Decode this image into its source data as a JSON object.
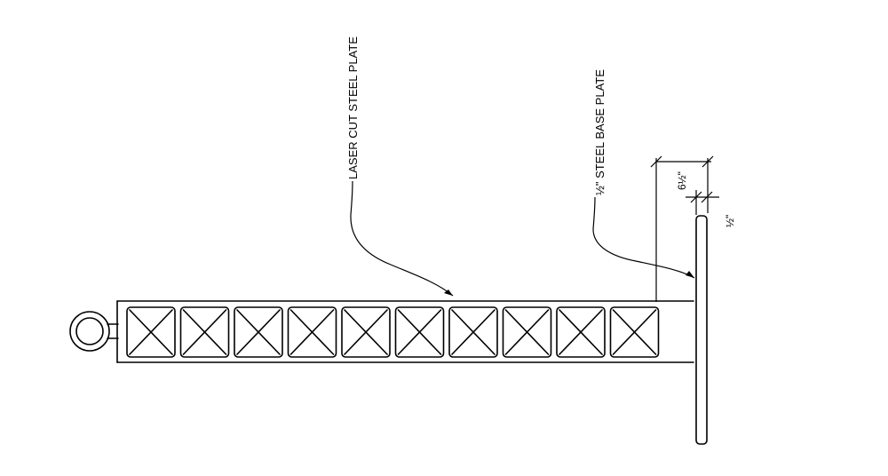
{
  "annotations": {
    "laser_cut": "LASER CUT STEEL PLATE",
    "base_plate": "½\" STEEL BASE PLATE"
  },
  "dimensions": {
    "base_offset": "6½\"",
    "plate_thickness": "½\""
  },
  "truss": {
    "panel_count": 10
  }
}
